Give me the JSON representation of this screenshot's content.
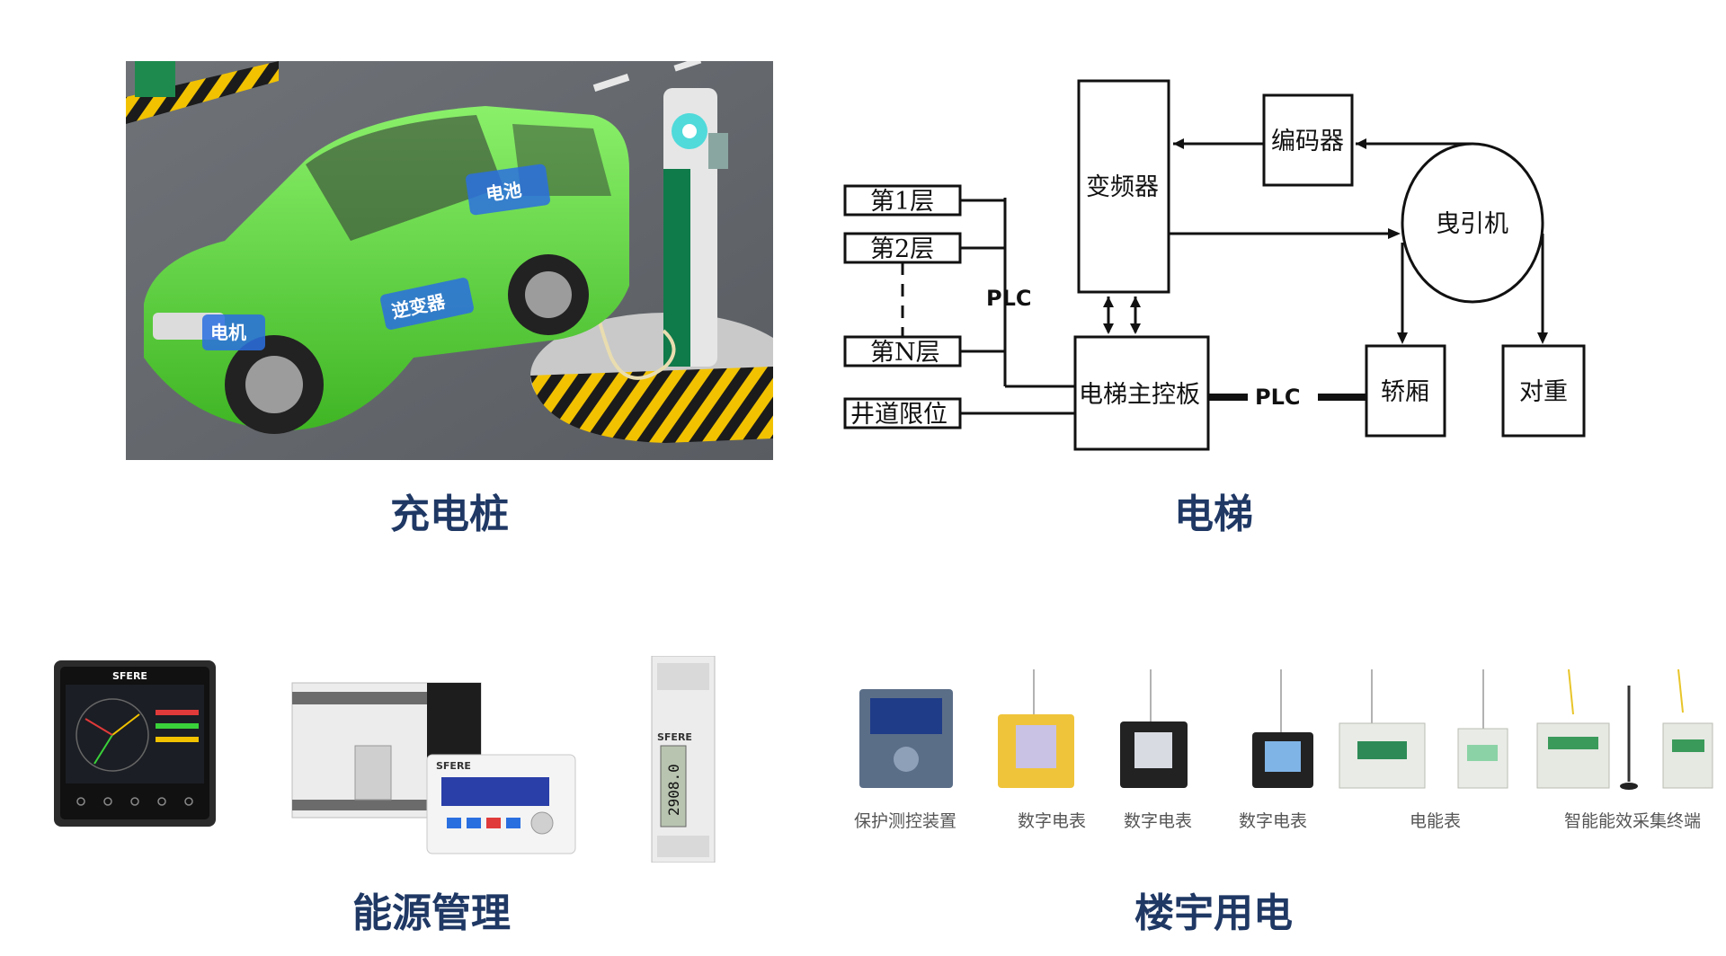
{
  "captions": {
    "charging": "充电桩",
    "elevator": "电梯",
    "energy": "能源管理",
    "building": "楼宇用电"
  },
  "car": {
    "labels": {
      "battery": "电池",
      "motor": "电机",
      "inverter": "逆变器"
    }
  },
  "elevator_diagram": {
    "floors": [
      "第1层",
      "第2层",
      "第N层"
    ],
    "shaft_limit": "井道限位",
    "plc_label": "PLC",
    "inverter": "变频器",
    "encoder": "编码器",
    "traction": "曳引机",
    "main_board": "电梯主控板",
    "car": "轿厢",
    "counterweight": "对重"
  },
  "energy_devices": {
    "brand": "SFERE",
    "meter_reading": "2908.0"
  },
  "building_devices": {
    "labels": [
      "保护测控装置",
      "数字电表",
      "数字电表",
      "数字电表",
      "电能表",
      "智能能效采集终端"
    ]
  },
  "colors": {
    "caption": "#1f3864",
    "car_green": "#5fd63a",
    "station_green": "#0f7a4a"
  }
}
